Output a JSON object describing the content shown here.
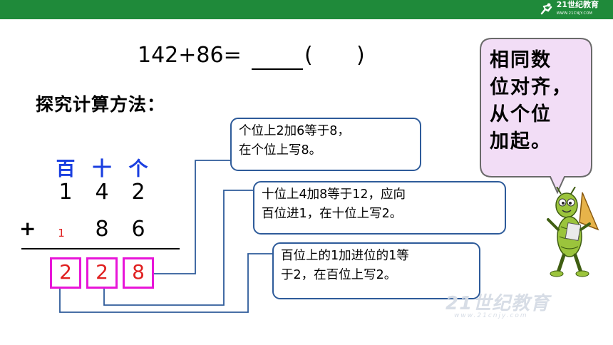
{
  "header": {
    "logo_text": "21世纪教育",
    "logo_subtext": "WWW.21CNJY.COM"
  },
  "problem": {
    "equation": "142+86=",
    "paren_open": "(",
    "paren_close": ")"
  },
  "heading": "探究计算方法：",
  "place_values": [
    "百",
    "十",
    "个"
  ],
  "addend1": [
    "1",
    "4",
    "2"
  ],
  "operator": "+",
  "carry": "1",
  "addend2": [
    "8",
    "6"
  ],
  "result": [
    "2",
    "2",
    "8"
  ],
  "callouts": {
    "ones": [
      "个位上2加6等于8，",
      "在个位上写8。"
    ],
    "tens": [
      "十位上4加8等于12，应向",
      "百位进1，在十位上写2。"
    ],
    "hundreds": [
      "百位上的1加进位的1等",
      "于2，在百位上写2。"
    ]
  },
  "bubble": [
    "相同数",
    "位对齐，",
    "从个位",
    "加起。"
  ],
  "watermark": {
    "text": "21世纪教育",
    "subtext": "www.21cnjy.com"
  },
  "colors": {
    "header_bar": "#1f8a3a",
    "place_value_text": "#1a3fe0",
    "result_border": "#e815d8",
    "result_text": "#e02020",
    "callout_border": "#2e5b9a",
    "bubble_fill": "#f2ddf6",
    "bubble_border": "#6a6a6a"
  }
}
